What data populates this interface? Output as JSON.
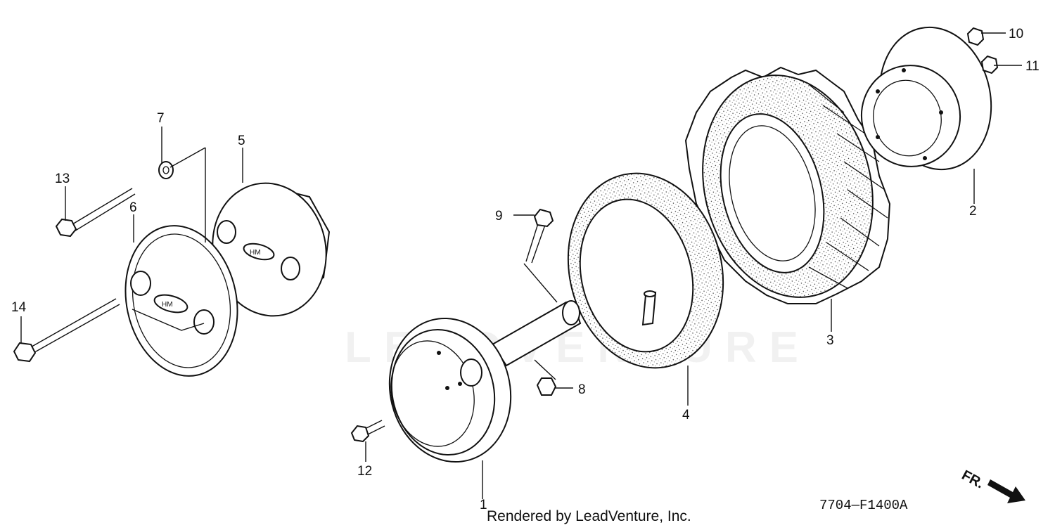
{
  "diagram": {
    "callouts": [
      "1",
      "2",
      "3",
      "4",
      "5",
      "6",
      "7",
      "8",
      "9",
      "10",
      "11",
      "12",
      "13",
      "14"
    ],
    "hub_emblem": "HM",
    "watermark": "LEADVENTURE",
    "front_indicator": "FR.",
    "diagram_code": "7704—F1400A",
    "footer_credit": "Rendered by LeadVenture, Inc."
  },
  "colors": {
    "ink": "#111111",
    "paper": "#ffffff"
  }
}
